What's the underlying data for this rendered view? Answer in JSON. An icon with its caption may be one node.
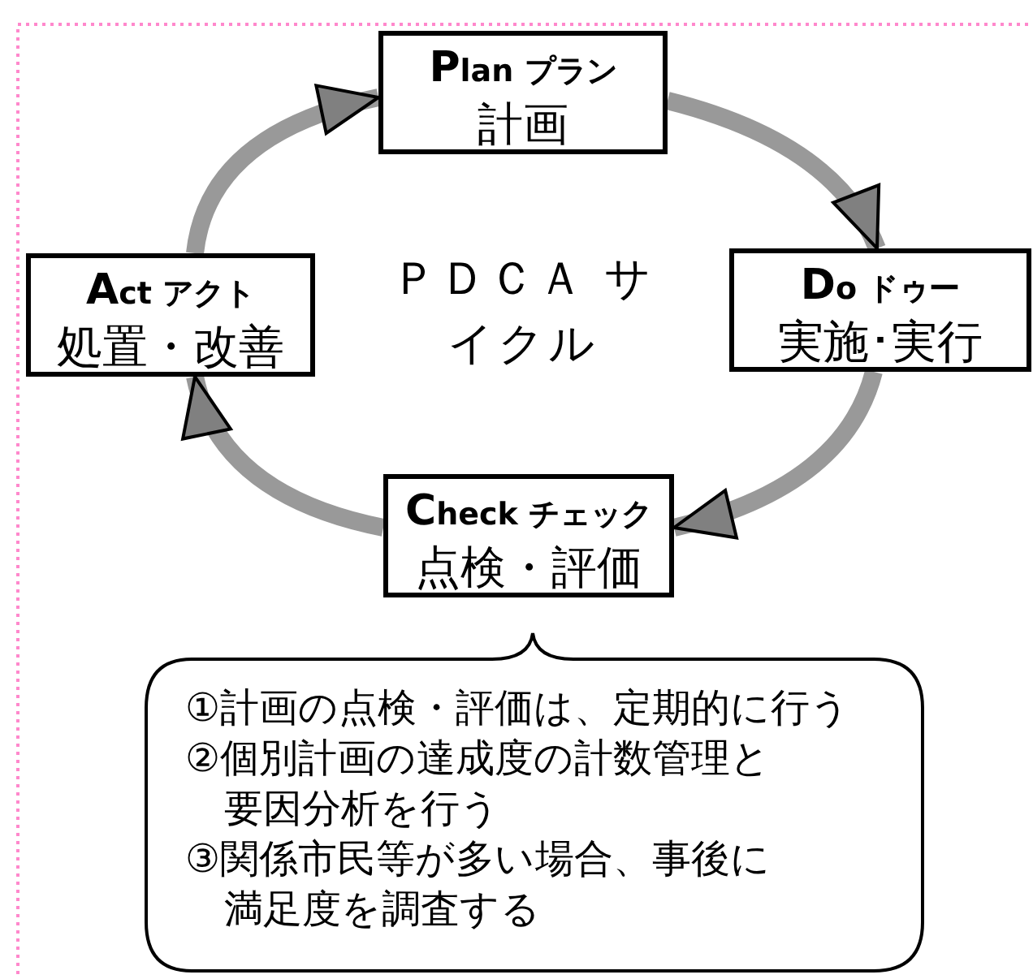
{
  "diagram": {
    "nodes": [
      {
        "text": [
          "Plan プラン",
          "計画"
        ]
      },
      {
        "text": [
          "Do ドゥー",
          "実施･実行"
        ]
      },
      {
        "text": [
          "Check チェック",
          "点検・評価"
        ]
      },
      {
        "text": [
          "Act アクト",
          "処置・改善"
        ]
      },
      {
        "text": [
          "①計画の点検・評価は、定期的に行う",
          "②個別計画の達成度の計数管理と要因分析を行う",
          "③関係市民等が多い場合、事後に満足度を調査する"
        ]
      }
    ],
    "edges": [
      {
        "from": 3,
        "to": 0,
        "arrow": "to"
      },
      {
        "from": 0,
        "to": 1,
        "arrow": "to"
      },
      {
        "from": 1,
        "to": 2,
        "arrow": "to"
      },
      {
        "from": 2,
        "to": 3,
        "arrow": "to"
      }
    ],
    "labels": [
      "ＰＤＣＡ サイクル"
    ]
  }
}
